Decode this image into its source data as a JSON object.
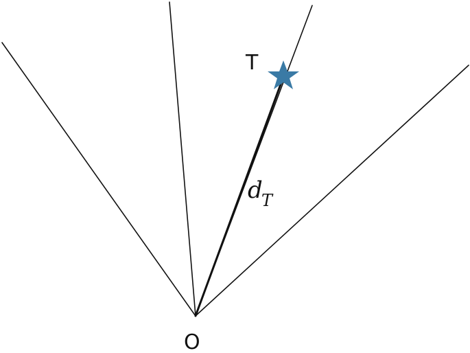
{
  "labels": {
    "origin": "O",
    "target": "T",
    "distance_main": "d",
    "distance_sub": "T"
  },
  "colors": {
    "lines": "#111111",
    "target_marker": "#3a7aa5"
  },
  "marker": {
    "shape": "star-icon"
  }
}
